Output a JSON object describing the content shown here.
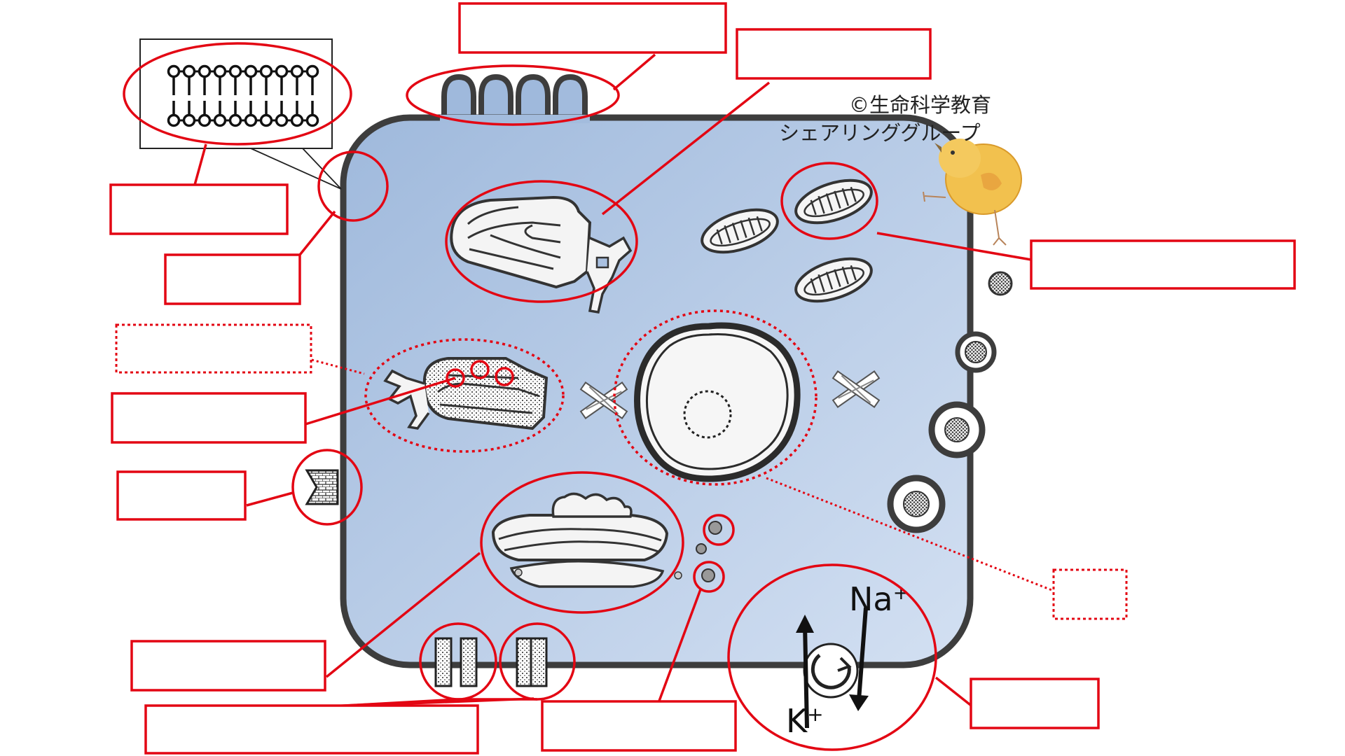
{
  "copyright": {
    "line1": "©生命科学教育",
    "line2": "シェアリンググループ"
  },
  "ions": {
    "na": "Na",
    "k": "K",
    "plus": "+"
  },
  "colors": {
    "label_border": "#e30613",
    "cell_fill_start": "#9fb9dc",
    "cell_fill_end": "#d3e0f2",
    "membrane": "#3d3d3d",
    "chick": "#f2c14e"
  },
  "answer_boxes": [
    {
      "id": "lipid-bilayer",
      "style": "solid"
    },
    {
      "id": "cell-membrane",
      "style": "solid"
    },
    {
      "id": "microvilli",
      "style": "solid"
    },
    {
      "id": "smooth-er",
      "style": "solid"
    },
    {
      "id": "mitochondria",
      "style": "solid"
    },
    {
      "id": "ribosome",
      "style": "dotted"
    },
    {
      "id": "rough-er",
      "style": "solid"
    },
    {
      "id": "receptor",
      "style": "solid"
    },
    {
      "id": "nucleus",
      "style": "dotted"
    },
    {
      "id": "golgi",
      "style": "solid"
    },
    {
      "id": "channels",
      "style": "solid"
    },
    {
      "id": "vesicles",
      "style": "solid"
    },
    {
      "id": "na-k-pump",
      "style": "solid"
    }
  ]
}
